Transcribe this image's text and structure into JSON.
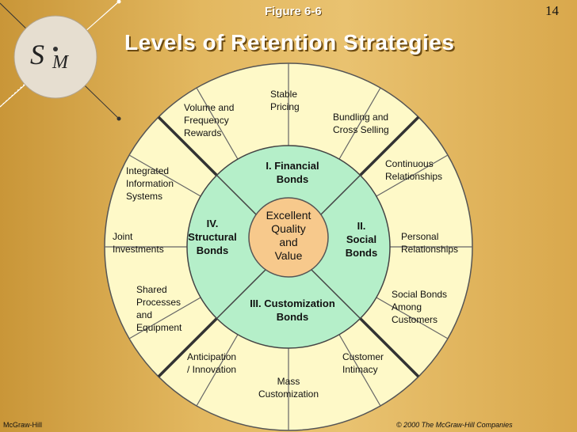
{
  "header": {
    "figure_label": "Figure 6-6",
    "title": "Levels of Retention Strategies",
    "page_number": "14"
  },
  "logo": {
    "s": "S",
    "m": "M"
  },
  "colors": {
    "background": "#e3b860",
    "outer_ring": "#fef9c8",
    "inner_ring": "#b5efc9",
    "center": "#f7c98c",
    "divider": "#333333"
  },
  "diagram": {
    "center": "Excellent\nQuality\nand\nValue",
    "bonds": {
      "financial": "I. Financial\nBonds",
      "social": "II.\nSocial\nBonds",
      "customization": "III. Customization\nBonds",
      "structural": "IV.\nStructural\nBonds"
    },
    "segments": {
      "stable_pricing": "Stable\nPricing",
      "bundling": "Bundling and\nCross Selling",
      "continuous": "Continuous\nRelationships",
      "personal": "Personal\nRelationships",
      "social_among": "Social Bonds\nAmong\nCustomers",
      "intimacy": "Customer\nIntimacy",
      "mass_custom": "Mass\nCustomization",
      "anticipation": "Anticipation\n/ Innovation",
      "shared": "Shared\nProcesses\nand\nEquipment",
      "joint": "Joint\nInvestments",
      "integrated": "Integrated\nInformation\nSystems",
      "volume": "Volume and\nFrequency\nRewards"
    }
  },
  "footer": {
    "left": "McGraw-Hill",
    "right": "© 2000 The McGraw-Hill Companies"
  }
}
